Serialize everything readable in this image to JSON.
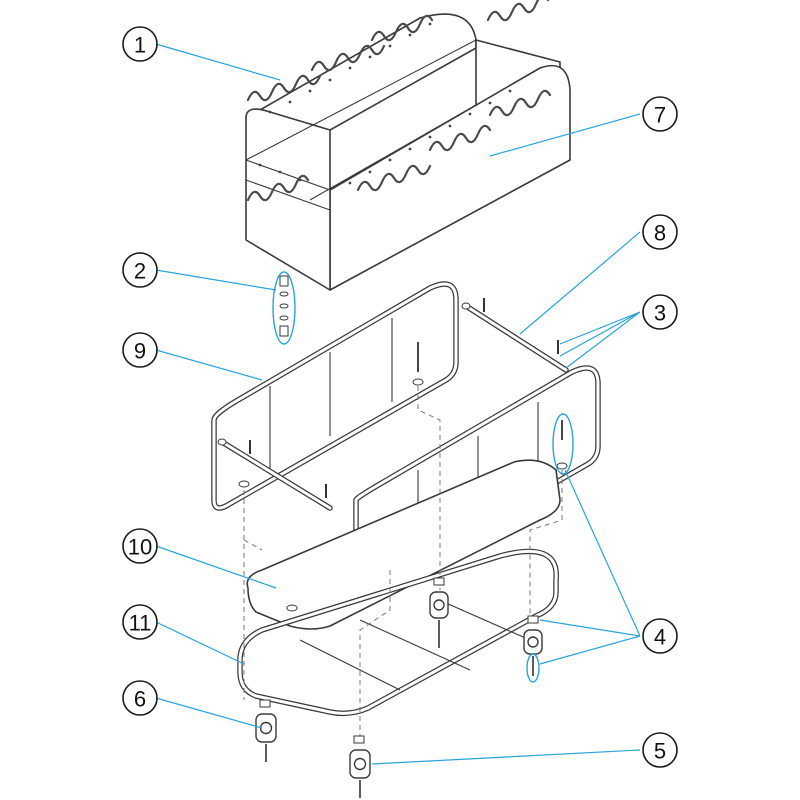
{
  "diagram": {
    "callouts": [
      {
        "id": "1",
        "label": "1"
      },
      {
        "id": "2",
        "label": "2"
      },
      {
        "id": "3",
        "label": "3"
      },
      {
        "id": "4",
        "label": "4"
      },
      {
        "id": "5",
        "label": "5"
      },
      {
        "id": "6",
        "label": "6"
      },
      {
        "id": "7",
        "label": "7"
      },
      {
        "id": "8",
        "label": "8"
      },
      {
        "id": "9",
        "label": "9"
      },
      {
        "id": "10",
        "label": "10"
      },
      {
        "id": "11",
        "label": "11"
      }
    ],
    "colors": {
      "leader": "#2aa3d8",
      "outline": "#3a3a3a",
      "background": "#ffffff"
    }
  }
}
